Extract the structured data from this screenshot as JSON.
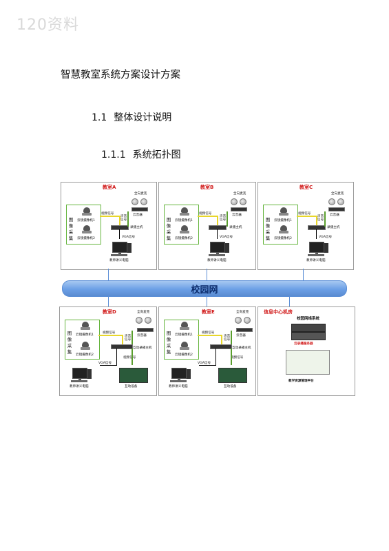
{
  "watermark": "120资料",
  "headings": {
    "h1": "智慧教室系统方案设计方案",
    "h2_num": "1.1",
    "h2_text": "整体设计说明",
    "h3_num": "1.1.1",
    "h3_text": "系统拓扑图"
  },
  "diagram": {
    "bus_label": "校园网",
    "rooms": [
      {
        "title": "教室A"
      },
      {
        "title": "教室B"
      },
      {
        "title": "教室C"
      },
      {
        "title": "教室D"
      },
      {
        "title": "教室E"
      }
    ],
    "labels": {
      "image_capture": "图像采集",
      "cam1": "云镜摄像机1",
      "cam2": "云镜摄像机2",
      "video_signal": "视频信号",
      "audio_signal": "声音信号",
      "mic_array": "全向麦克",
      "processor": "云音器",
      "recorder": "录播主机",
      "vga": "VGA信号",
      "teacher_pc": "教师讲义电脑",
      "interactive_recorder": "互动录播主机",
      "interactive_device": "互动设备"
    },
    "center": {
      "title": "信息中心机房",
      "platform": "校园网络系统",
      "server": "云录播服务器",
      "resource": "教学资源管理平台"
    }
  }
}
